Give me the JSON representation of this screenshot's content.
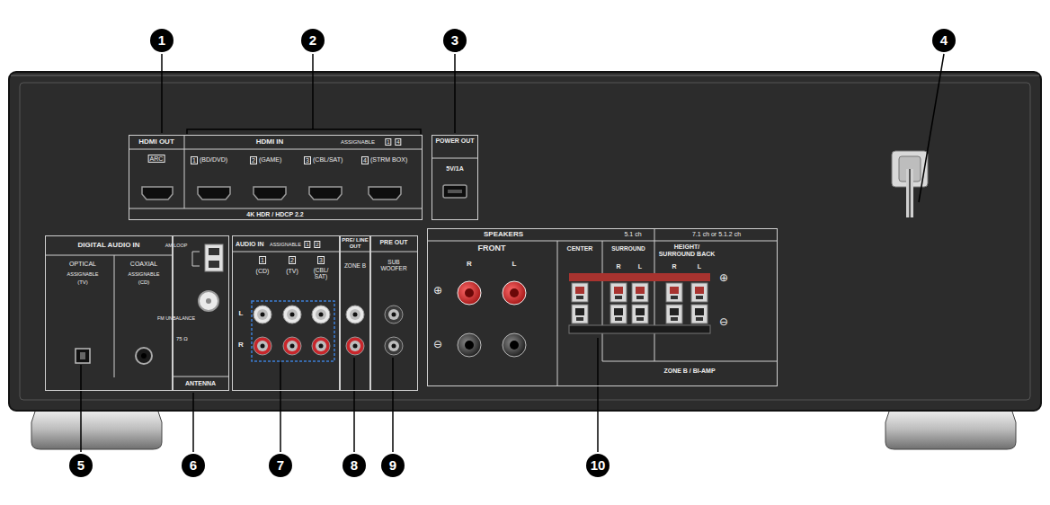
{
  "diagram": {
    "nodes": [
      {
        "text": [
          "HDMI OUT",
          "ARC",
          "HDMI IN",
          "ASSIGNABLE",
          "1",
          "4",
          "1",
          "(BD/DVD)",
          "2",
          "(GAME)",
          "3",
          "(CBL/SAT)",
          "4",
          "(STRM BOX)",
          "4K HDR / HDCP 2.2"
        ]
      },
      {
        "text": [
          "POWER OUT",
          "5V/1A"
        ]
      },
      {
        "text": [
          "DIGITAL AUDIO IN",
          "OPTICAL",
          "ASSIGNABLE",
          "(TV)",
          "COAXIAL",
          "ASSIGNABLE",
          "(CD)"
        ]
      },
      {
        "text": [
          "AM LOOP",
          "FM UNBALANCE",
          "75 Ω",
          "ANTENNA"
        ]
      },
      {
        "text": [
          "AUDIO IN",
          "ASSIGNABLE",
          "1",
          "2",
          "1",
          "(CD)",
          "2",
          "(TV)",
          "3",
          "(CBL/ SAT)",
          "L",
          "R"
        ]
      },
      {
        "text": [
          "PRE/ LINE OUT",
          "ZONE B"
        ]
      },
      {
        "text": [
          "PRE OUT",
          "SUB WOOFER"
        ]
      },
      {
        "text": [
          "SPEAKERS",
          "5.1 ch",
          "7.1 ch or 5.1.2 ch",
          "FRONT",
          "R",
          "L",
          "⊕",
          "⊖",
          "CENTER",
          "SURROUND",
          "R",
          "L",
          "HEIGHT/ SURROUND BACK",
          "R",
          "L",
          "⊕",
          "⊖",
          "ZONE B / BI-AMP"
        ]
      }
    ],
    "labels": [
      "1",
      "2",
      "3",
      "4",
      "5",
      "6",
      "7",
      "8",
      "9",
      "10"
    ]
  }
}
